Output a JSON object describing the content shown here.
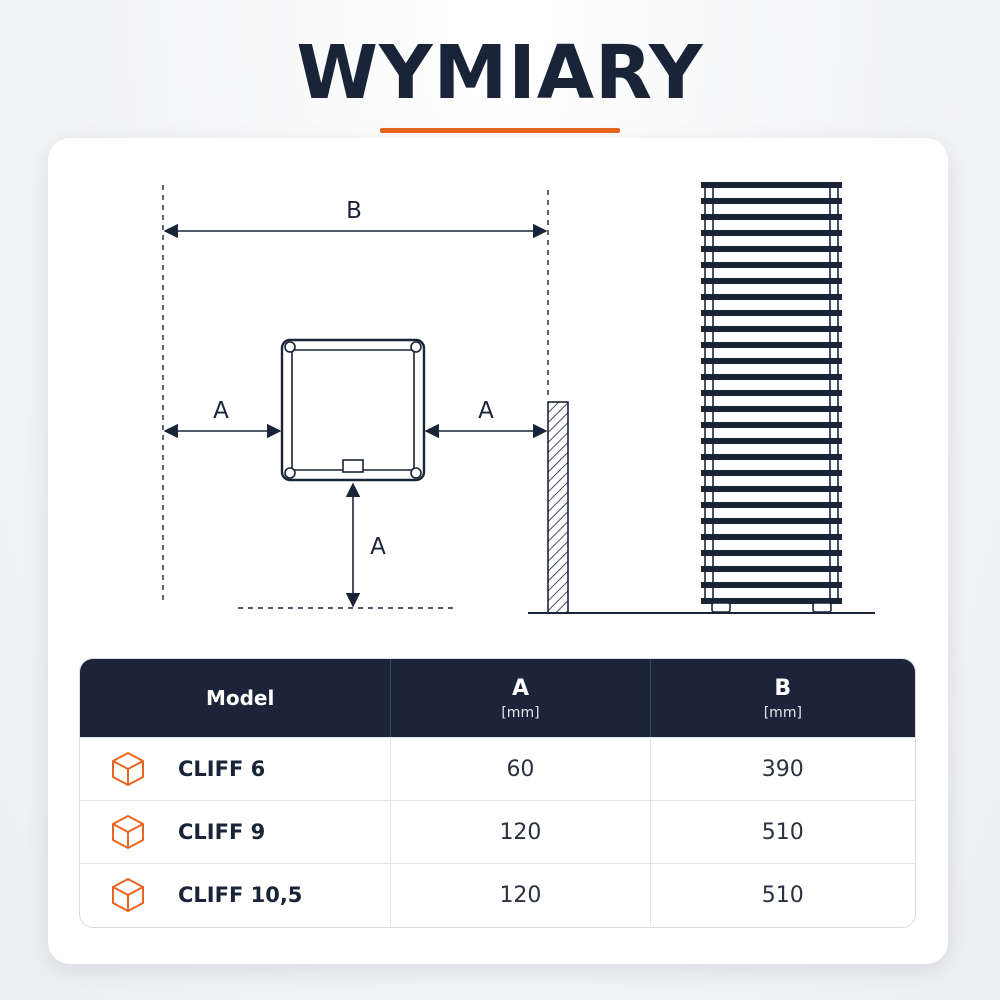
{
  "header": {
    "title": "WYMIARY"
  },
  "diagram": {
    "label_b": "B",
    "label_a_left": "A",
    "label_a_right": "A",
    "label_a_bottom": "A"
  },
  "table": {
    "columns": [
      {
        "label": "Model",
        "unit": ""
      },
      {
        "label": "A",
        "unit": "[mm]"
      },
      {
        "label": "B",
        "unit": "[mm]"
      }
    ],
    "rows": [
      {
        "icon": "cube-icon",
        "model": "CLIFF 6",
        "a": "60",
        "b": "390"
      },
      {
        "icon": "cube-icon",
        "model": "CLIFF 9",
        "a": "120",
        "b": "510"
      },
      {
        "icon": "cube-icon",
        "model": "CLIFF 10,5",
        "a": "120",
        "b": "510"
      }
    ]
  },
  "colors": {
    "accent": "#e8661f",
    "navy": "#1b2438"
  }
}
